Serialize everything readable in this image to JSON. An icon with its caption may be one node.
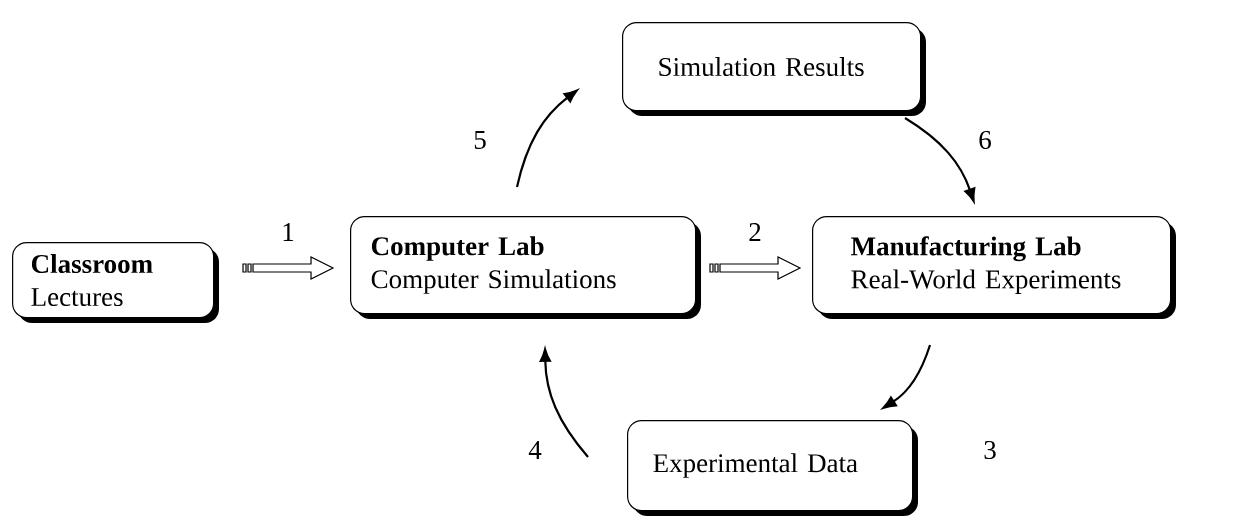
{
  "diagram": {
    "nodes": [
      {
        "text": [
          "Simulation Results"
        ]
      },
      {
        "text": [
          "Classroom",
          "Lectures"
        ]
      },
      {
        "text": [
          "Computer Lab",
          "Computer Simulations"
        ]
      },
      {
        "text": [
          "Manufacturing Lab",
          "Real-World Experiments"
        ]
      },
      {
        "text": [
          "Experimental Data"
        ]
      }
    ],
    "edges": [
      {
        "from": 1,
        "to": 2,
        "arrow": "to",
        "label": "1"
      },
      {
        "from": 2,
        "to": 3,
        "arrow": "to",
        "label": "2"
      },
      {
        "from": 3,
        "to": 4,
        "arrow": "to",
        "label": "3"
      },
      {
        "from": 4,
        "to": 2,
        "arrow": "to",
        "label": "4"
      },
      {
        "from": 2,
        "to": 0,
        "arrow": "to",
        "label": "5"
      },
      {
        "from": 0,
        "to": 3,
        "arrow": "to",
        "label": "6"
      }
    ]
  }
}
